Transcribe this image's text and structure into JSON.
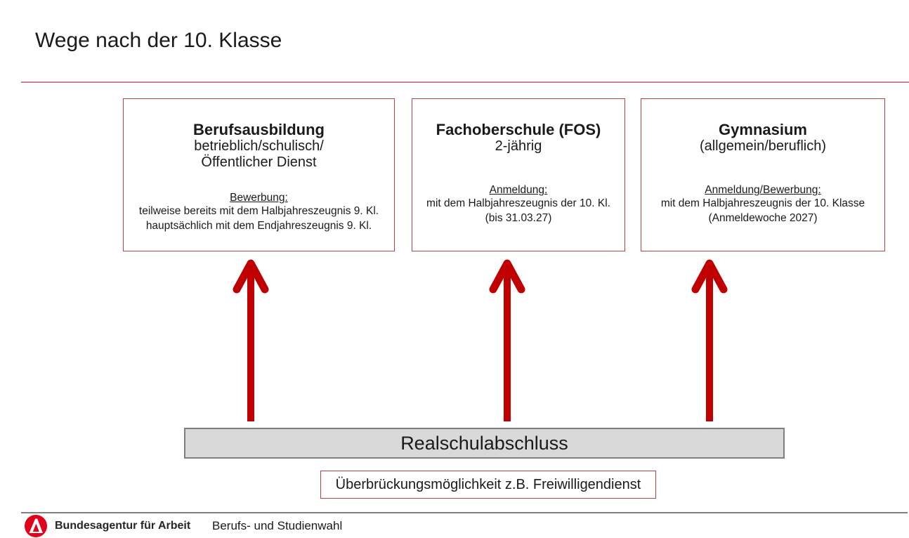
{
  "title": "Wege nach der 10. Klasse",
  "boxes": [
    {
      "title": "Berufsausbildung",
      "subtitle_lines": [
        "betrieblich/schulisch/",
        "Öffentlicher Dienst"
      ],
      "label": "Bewerbung:",
      "detail_lines": [
        "teilweise bereits mit dem Halbjahreszeugnis 9. Kl.",
        "hauptsächlich mit dem Endjahreszeugnis 9. Kl."
      ]
    },
    {
      "title": "Fachoberschule (FOS)",
      "subtitle_lines": [
        "2-jährig"
      ],
      "label": "Anmeldung:",
      "detail_lines": [
        "mit dem Halbjahreszeugnis der 10. Kl.",
        "(bis 31.03.27)"
      ]
    },
    {
      "title": "Gymnasium",
      "subtitle_lines": [
        "(allgemein/beruflich)"
      ],
      "label": "Anmeldung/Bewerbung:",
      "detail_lines": [
        "mit dem Halbjahreszeugnis der 10. Klasse",
        "(Anmeldewoche 2027)"
      ]
    }
  ],
  "base_box": {
    "label": "Realschulabschluss"
  },
  "bridge_box": {
    "label": "Überbrückungsmöglichkeit z.B. Freiwilligendienst"
  },
  "footer": {
    "org": "Bundesagentur für Arbeit",
    "publication": "Berufs- und Studienwahl",
    "logo_icon": "ba-logo-icon"
  },
  "colors": {
    "arrow_red": "#c00000",
    "box_border_red": "#b24347",
    "title_rule_pink": "#c9818d",
    "base_box_fill": "#d9d9d9",
    "base_box_border": "#7f7f7f",
    "logo_red": "#e2001a",
    "text": "#1a1a1a"
  }
}
